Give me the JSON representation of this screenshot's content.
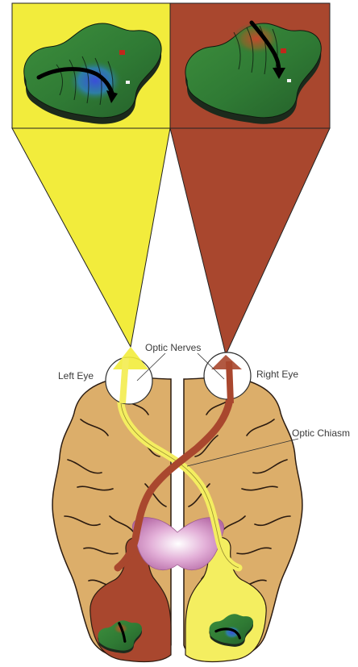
{
  "labels": {
    "optic_nerves": "Optic Nerves",
    "left_eye": "Left Eye",
    "right_eye": "Right Eye",
    "optic_chiasm": "Optic Chiasm"
  },
  "colors": {
    "left_field": "#f2ec3c",
    "right_field": "#a9472e",
    "brain": "#dcae6a",
    "brain_outline": "#2b1b10",
    "nerve_left": "#f4ee60",
    "nerve_right": "#a9472e",
    "thalamus": "#d18fc3",
    "board": "#2f7a34"
  }
}
